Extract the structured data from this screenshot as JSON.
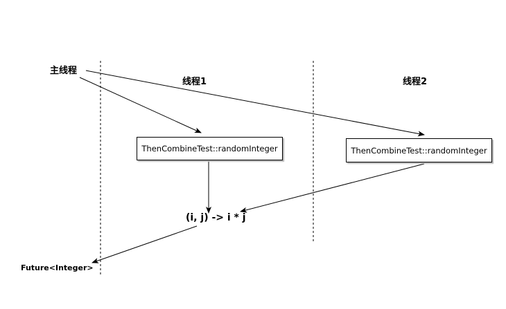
{
  "labels": {
    "main_thread": "主线程",
    "thread1": "线程1",
    "thread2": "线程2",
    "combine": "(i, j) -> i * j",
    "result": "Future<Integer>"
  },
  "boxes": {
    "thread1_task": "ThenCombineTest::randomInteger",
    "thread2_task": "ThenCombineTest::randomInteger"
  },
  "colors": {
    "stroke": "#000000",
    "background": "#ffffff"
  }
}
